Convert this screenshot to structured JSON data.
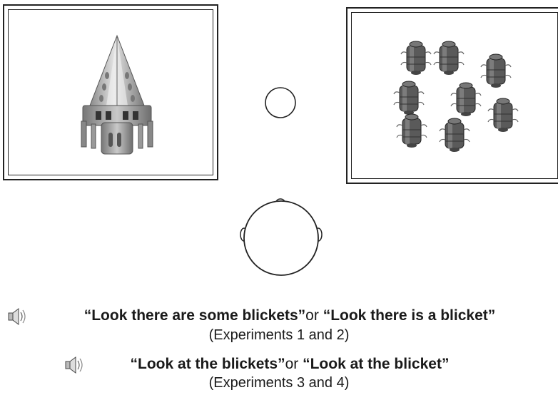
{
  "caption": {
    "line1": {
      "speaker_icon": "speaker-icon",
      "quote_a": "“Look there are some blickets”",
      "connector": "or ",
      "quote_b": "“Look there is a blicket”"
    },
    "line2": "(Experiments 1 and 2)",
    "line3": {
      "speaker_icon": "speaker-icon",
      "quote_a": "“Look at the blickets”",
      "connector": "or ",
      "quote_b": "“Look at the blicket”"
    },
    "line4": "(Experiments 3 and 4)"
  },
  "colors": {
    "stroke": "#222222",
    "object_fill": "#b5b5b5",
    "blicket_fill": "#5a5a5a"
  }
}
